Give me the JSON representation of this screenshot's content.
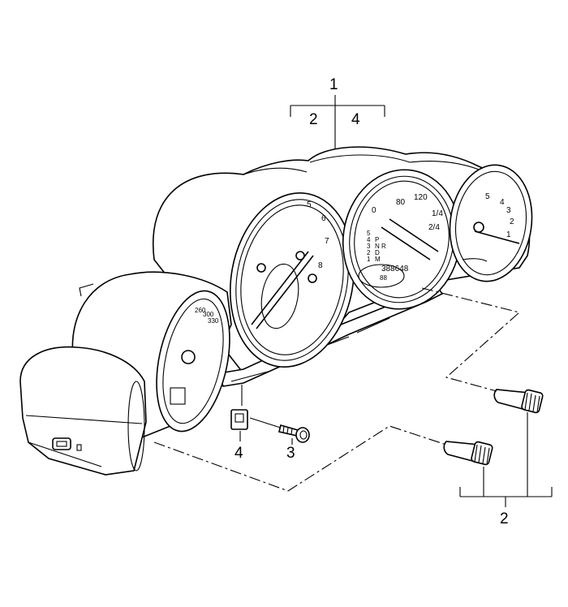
{
  "diagram": {
    "callouts": [
      {
        "id": "c1",
        "label": "1"
      },
      {
        "id": "c2a",
        "label": "2"
      },
      {
        "id": "c4a",
        "label": "4"
      },
      {
        "id": "c4b",
        "label": "4"
      },
      {
        "id": "c3",
        "label": "3"
      },
      {
        "id": "c2b",
        "label": "2"
      }
    ],
    "dial_labels": {
      "tacho": [
        "5",
        "6",
        "7",
        "8"
      ],
      "speedo": [
        "0",
        "80",
        "120"
      ],
      "speedo_fuel": [
        "1/4",
        "2/4"
      ],
      "gear": [
        "5",
        "4",
        "3",
        "2",
        "1",
        "N",
        "P",
        "R",
        "D",
        "M"
      ],
      "odometer": "388648",
      "trip": "88",
      "right_gauge": [
        "5",
        "4",
        "3",
        "2",
        "1"
      ],
      "left_gauge": [
        "260",
        "300",
        "330"
      ]
    }
  }
}
